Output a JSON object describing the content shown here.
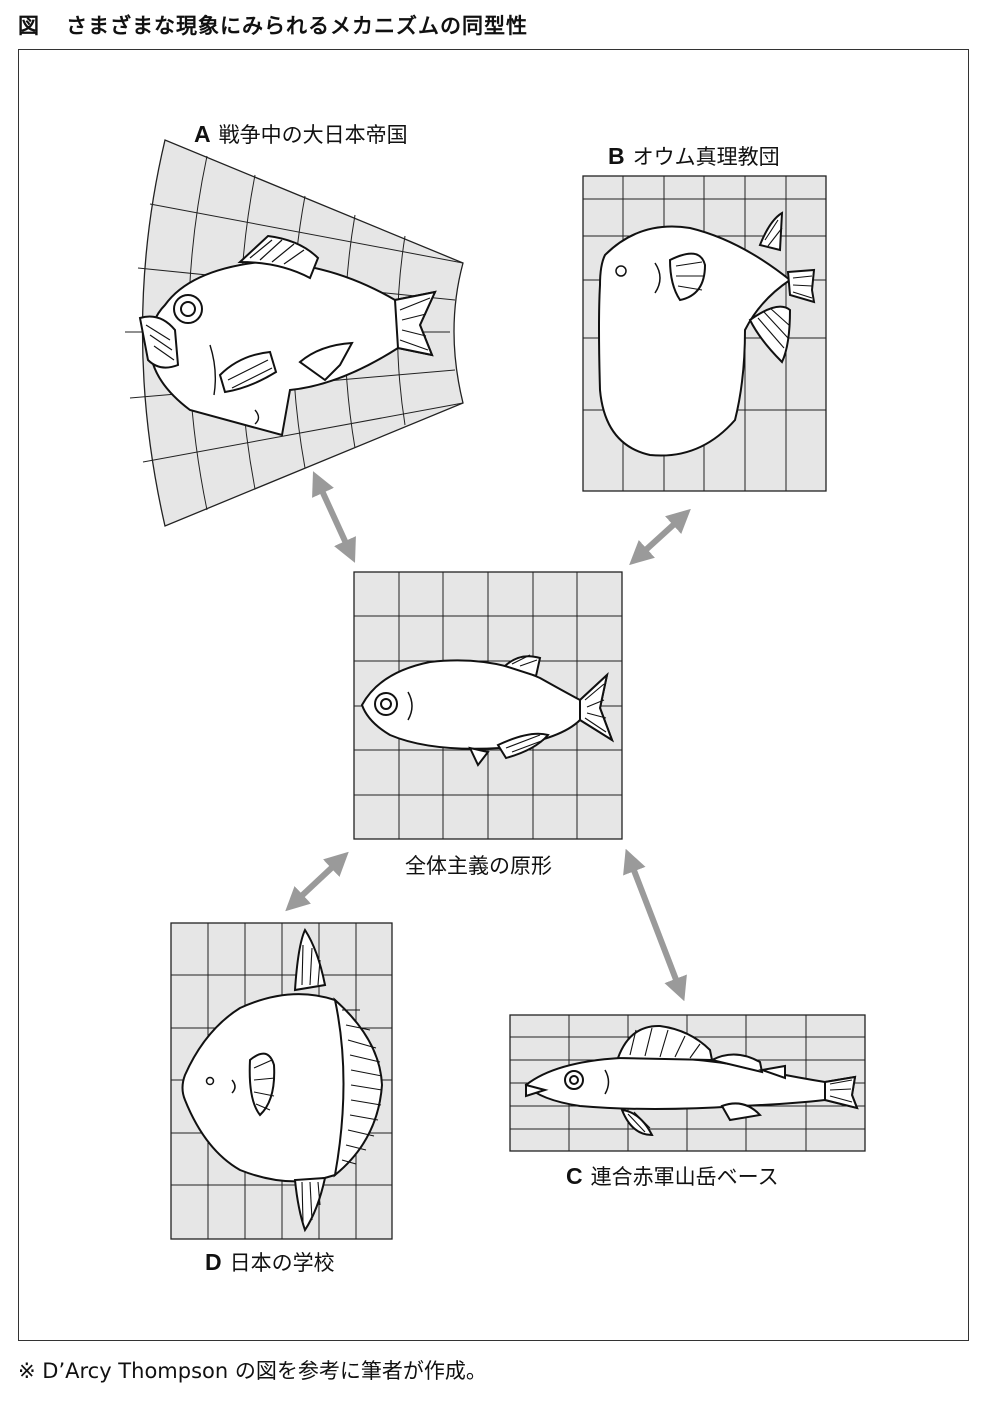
{
  "figure": {
    "number": "図",
    "title": "さまざまな現象にみられるメカニズムの同型性"
  },
  "panels": {
    "a": {
      "letter": "A",
      "label": "戦争中の大日本帝国"
    },
    "b": {
      "letter": "B",
      "label": "オウム真理教団"
    },
    "center": {
      "label": "全体主義の原形"
    },
    "c": {
      "letter": "C",
      "label": "連合赤軍山岳ベース"
    },
    "d": {
      "letter": "D",
      "label": "日本の学校"
    }
  },
  "note": "※ D’Arcy Thompson の図を参考に筆者が作成。",
  "colors": {
    "grid_fill": "#e6e6e6",
    "arrow": "#9a9a9a",
    "line": "#111111"
  }
}
